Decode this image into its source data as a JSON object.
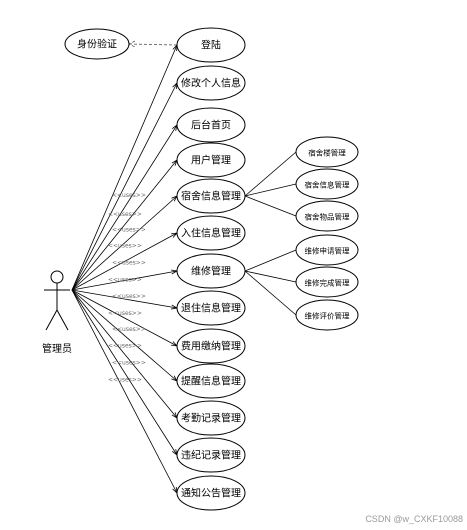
{
  "actor": {
    "name": "管理员"
  },
  "auth": {
    "label": "身份验证"
  },
  "main_use_cases": [
    "登陆",
    "修改个人信息",
    "后台首页",
    "用户管理",
    "宿舍信息管理",
    "入住信息管理",
    "维修管理",
    "退住信息管理",
    "费用缴纳管理",
    "提醒信息管理",
    "考勤记录管理",
    "违纪记录管理",
    "通知公告管理"
  ],
  "dorm_sub_use_cases": [
    "宿舍楼管理",
    "宿舍信息管理",
    "宿舍物品管理"
  ],
  "repair_sub_use_cases": [
    "维修申请管理",
    "维修完成管理",
    "维修评价管理"
  ],
  "stereotype": "<<uses>>",
  "watermark": "CSDN @w_CXKF10088"
}
